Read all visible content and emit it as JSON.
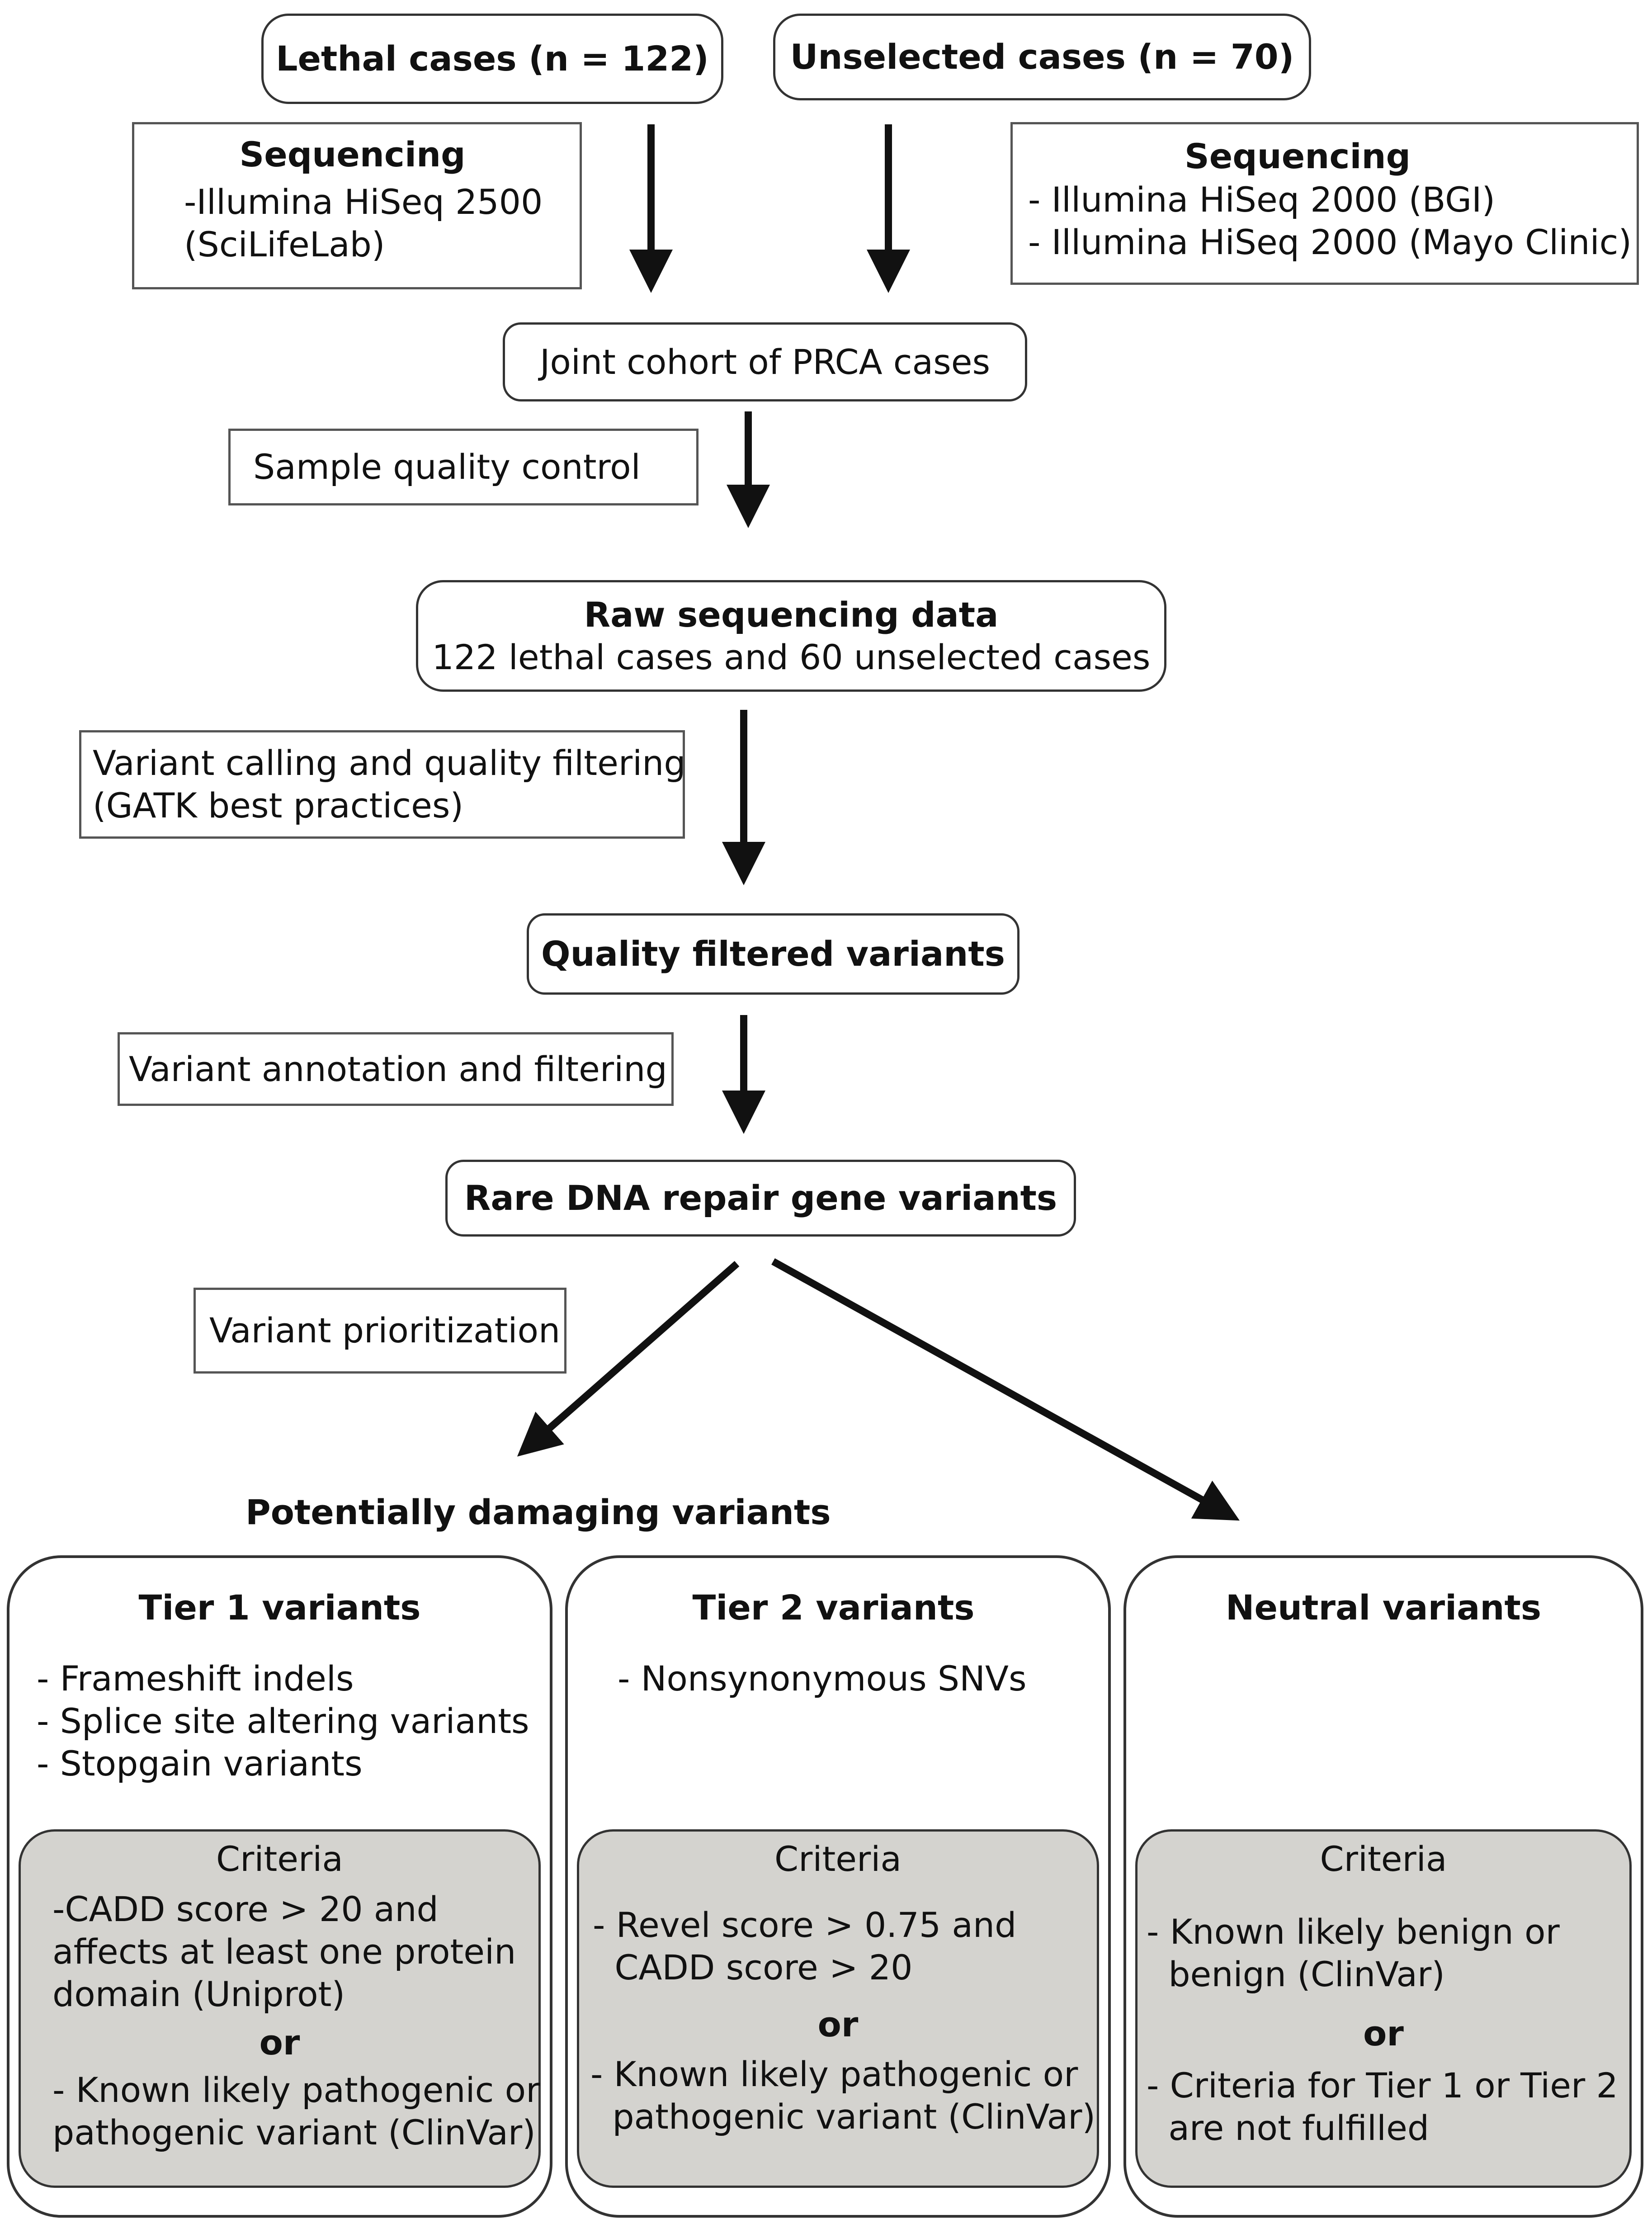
{
  "top": {
    "lethal": "Lethal cases (n = 122)",
    "unselected": "Unselected cases (n = 70)"
  },
  "seq_left": {
    "title": "Sequencing",
    "lines": [
      "-Illumina HiSeq 2500",
      "(SciLifeLab)"
    ]
  },
  "seq_right": {
    "title": "Sequencing",
    "lines": [
      "- Illumina HiSeq 2000 (BGI)",
      "- Illumina HiSeq 2000 (Mayo Clinic)"
    ]
  },
  "joint_cohort": "Joint cohort of PRCA cases",
  "sample_qc": "Sample quality control",
  "raw_data": {
    "title": "Raw sequencing data",
    "subtitle": "122 lethal cases and 60 unselected cases"
  },
  "variant_calling": [
    "Variant calling and quality filtering",
    "(GATK best practices)"
  ],
  "quality_filtered": "Quality filtered variants",
  "annotation": "Variant annotation and filtering",
  "rare_dna": "Rare DNA repair gene variants",
  "prioritization": "Variant prioritization",
  "damaging_heading": "Potentially damaging variants",
  "tier1": {
    "title": "Tier 1 variants",
    "items": [
      "- Frameshift indels",
      "- Splice site altering variants",
      "- Stopgain variants"
    ],
    "criteria_title": "Criteria",
    "criteria_a": [
      "-CADD score > 20 and",
      "affects at least one protein",
      "domain (Uniprot)"
    ],
    "or": "or",
    "criteria_b": [
      "- Known likely pathogenic or",
      "pathogenic variant (ClinVar)"
    ]
  },
  "tier2": {
    "title": "Tier 2 variants",
    "items": [
      "- Nonsynonymous SNVs"
    ],
    "criteria_title": "Criteria",
    "criteria_a": [
      "- Revel score > 0.75 and",
      "  CADD score > 20"
    ],
    "or": "or",
    "criteria_b": [
      "- Known likely pathogenic or",
      "  pathogenic variant (ClinVar)"
    ]
  },
  "neutral": {
    "title": "Neutral variants",
    "criteria_title": "Criteria",
    "criteria_a": [
      "- Known likely benign or",
      "  benign (ClinVar)"
    ],
    "or": "or",
    "criteria_b": [
      "- Criteria for Tier 1 or Tier 2",
      "  are not fulfilled"
    ]
  }
}
